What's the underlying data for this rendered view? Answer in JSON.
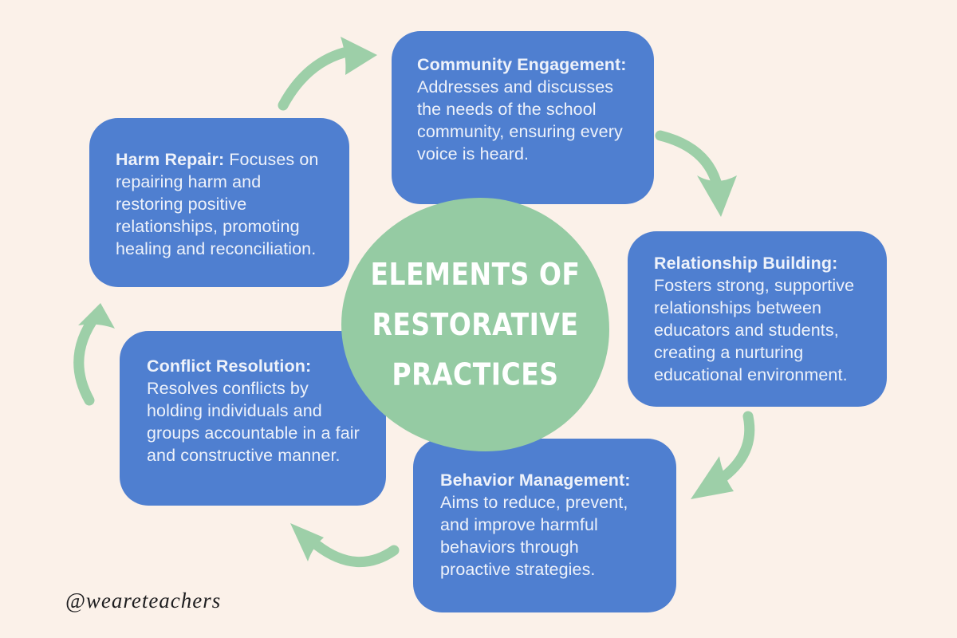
{
  "title": {
    "lines": [
      "ELEMENTS OF",
      "RESTORATIVE",
      "PRACTICES"
    ]
  },
  "cards": [
    {
      "id": "community-engagement",
      "heading": "Community Engagement:",
      "body": "Addresses and discusses the needs of the school community, ensuring every voice is heard."
    },
    {
      "id": "relationship-building",
      "heading": "Relationship Building:",
      "body": "Fosters strong, supportive relationships between educators and students, creating a nurturing educational environment."
    },
    {
      "id": "behavior-management",
      "heading": "Behavior Management:",
      "body": "Aims to reduce, prevent, and improve harmful behaviors through proactive strategies."
    },
    {
      "id": "conflict-resolution",
      "heading": "Conflict Resolution:",
      "body": "Resolves conflicts by holding individuals and groups accountable in a fair and constructive manner."
    },
    {
      "id": "harm-repair",
      "heading": "Harm Repair:",
      "body": "Focuses on repairing harm and restoring positive relationships, promoting healing and reconciliation."
    }
  ],
  "watermark": "@weareteachers",
  "colors": {
    "background": "#fbf1e9",
    "card": "#4f7fd0",
    "card_text": "#eef2fa",
    "blob": "#95cba3",
    "arrow": "#9dcfa8",
    "title_text": "#ffffff",
    "watermark_text": "#1d1d1f"
  }
}
